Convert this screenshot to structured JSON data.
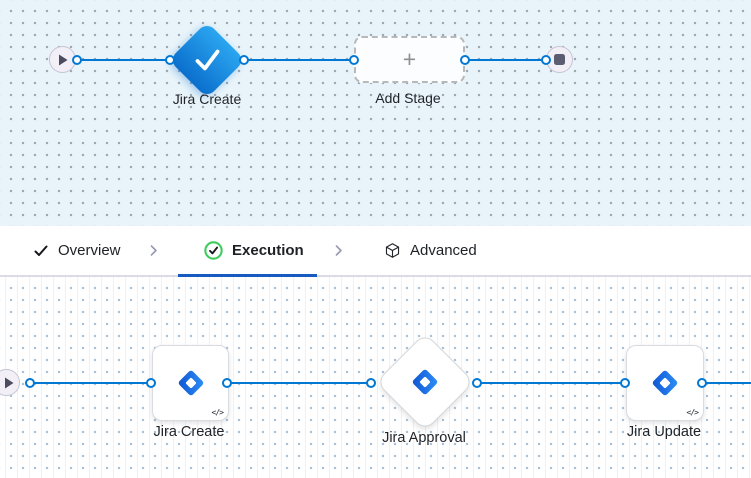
{
  "stage_builder": {
    "stage": {
      "label": "Jira Create"
    },
    "add_stage": {
      "label": "Add Stage",
      "plus": "+"
    }
  },
  "tab_bar": {
    "tabs": [
      {
        "label": "Overview",
        "icon": "check-icon",
        "active": false
      },
      {
        "label": "Execution",
        "icon": "check-circle-icon",
        "active": true
      },
      {
        "label": "Advanced",
        "icon": "cube-icon",
        "active": false
      }
    ]
  },
  "execution_canvas": {
    "steps": [
      {
        "label": "Jira Create",
        "shape": "card",
        "badge": "</>"
      },
      {
        "label": "Jira Approval",
        "shape": "diamond",
        "badge": ""
      },
      {
        "label": "Jira Update",
        "shape": "card",
        "badge": "</>"
      }
    ]
  },
  "colors": {
    "connector_blue": "#0278d5",
    "active_tab_underline": "#175bc2",
    "stage_diamond_gradient_top": "#2ba6f0",
    "stage_diamond_gradient_bottom": "#0b6fcd",
    "success_green": "#3ecb5e",
    "canvas_top_bg": "#e9f4fa",
    "canvas_bottom_bg": "#ffffff"
  }
}
